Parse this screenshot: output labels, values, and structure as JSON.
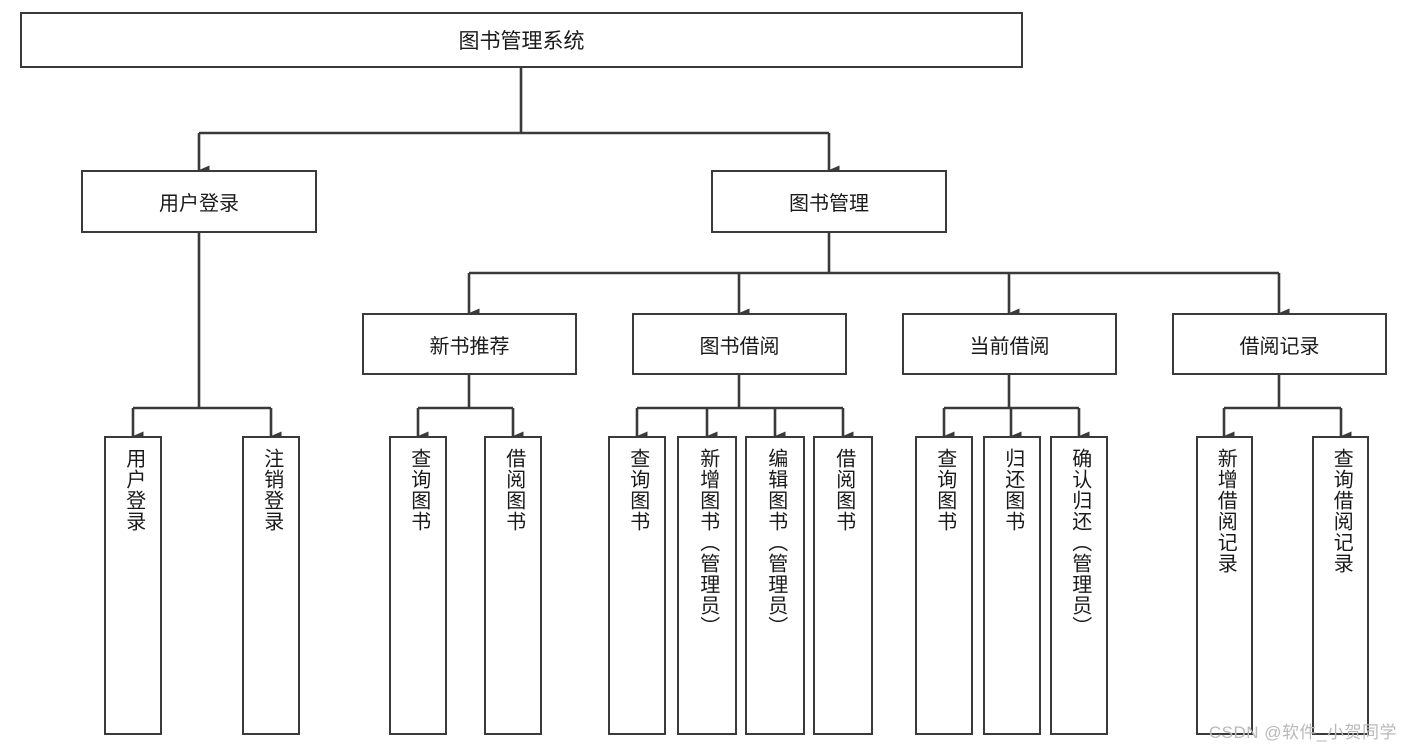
{
  "diagram": {
    "type": "tree-hierarchy",
    "title": "图书管理系统",
    "watermark": "CSDN @软件_小贺同学",
    "colors": {
      "stroke": "#3a3a3a",
      "fill": "#ffffff",
      "text": "#1a1a1a",
      "watermark": "#b9b9b9"
    },
    "nodes": {
      "root": {
        "label": "图书管理系统"
      },
      "level2": [
        {
          "id": "user-login",
          "label": "用户登录"
        },
        {
          "id": "book-manage",
          "label": "图书管理"
        }
      ],
      "level3": [
        {
          "id": "new-book-recommend",
          "label": "新书推荐"
        },
        {
          "id": "book-borrow",
          "label": "图书借阅"
        },
        {
          "id": "current-borrow",
          "label": "当前借阅"
        },
        {
          "id": "borrow-record",
          "label": "借阅记录"
        }
      ],
      "leaves": [
        {
          "id": "leaf-user-login",
          "parent": "user-login",
          "label": "用户登录"
        },
        {
          "id": "leaf-logout",
          "parent": "user-login",
          "label": "注销登录"
        },
        {
          "id": "leaf-query-book-1",
          "parent": "new-book-recommend",
          "label": "查询图书"
        },
        {
          "id": "leaf-borrow-book-1",
          "parent": "new-book-recommend",
          "label": "借阅图书"
        },
        {
          "id": "leaf-query-book-2",
          "parent": "book-borrow",
          "label": "查询图书"
        },
        {
          "id": "leaf-add-book",
          "parent": "book-borrow",
          "label": "新增图书（管理员）"
        },
        {
          "id": "leaf-edit-book",
          "parent": "book-borrow",
          "label": "编辑图书（管理员）"
        },
        {
          "id": "leaf-borrow-book-2",
          "parent": "book-borrow",
          "label": "借阅图书"
        },
        {
          "id": "leaf-query-book-3",
          "parent": "current-borrow",
          "label": "查询图书"
        },
        {
          "id": "leaf-return-book",
          "parent": "current-borrow",
          "label": "归还图书"
        },
        {
          "id": "leaf-confirm-return",
          "parent": "current-borrow",
          "label": "确认归还（管理员）"
        },
        {
          "id": "leaf-add-record",
          "parent": "borrow-record",
          "label": "新增借阅记录"
        },
        {
          "id": "leaf-query-record",
          "parent": "borrow-record",
          "label": "查询借阅记录"
        }
      ]
    }
  }
}
